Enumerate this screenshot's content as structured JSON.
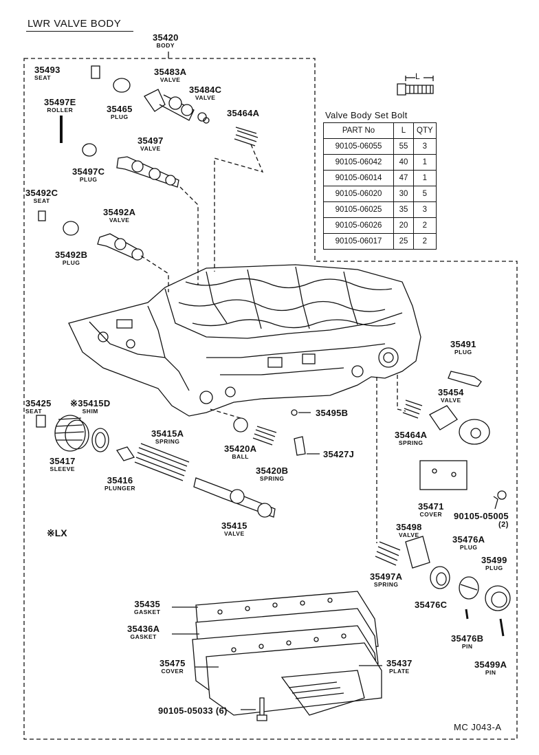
{
  "title": "LWR VALVE BODY",
  "note": "※LX",
  "drawing_code": "MC  J043-A",
  "bolt_dim_label": "L",
  "bolt_table": {
    "title": "Valve Body Set Bolt",
    "headers": [
      "PART No",
      "L",
      "QTY"
    ],
    "rows": [
      [
        "90105-06055",
        "55",
        "3"
      ],
      [
        "90105-06042",
        "40",
        "1"
      ],
      [
        "90105-06014",
        "47",
        "1"
      ],
      [
        "90105-06020",
        "30",
        "5"
      ],
      [
        "90105-06025",
        "35",
        "3"
      ],
      [
        "90105-06026",
        "20",
        "2"
      ],
      [
        "90105-06017",
        "25",
        "2"
      ]
    ]
  },
  "parts": {
    "p35420": {
      "number": "35420",
      "name": "BODY"
    },
    "p35493": {
      "number": "35493",
      "name": "SEAT"
    },
    "p35483a": {
      "number": "35483A",
      "name": "VALVE"
    },
    "p35484c": {
      "number": "35484C",
      "name": "VALVE"
    },
    "p35497e": {
      "number": "35497E",
      "name": "ROLLER"
    },
    "p35465": {
      "number": "35465",
      "name": "PLUG"
    },
    "p35464a_top": {
      "number": "35464A",
      "name": ""
    },
    "p35497": {
      "number": "35497",
      "name": "VALVE"
    },
    "p35497c": {
      "number": "35497C",
      "name": "PLUG"
    },
    "p35492c": {
      "number": "35492C",
      "name": "SEAT"
    },
    "p35492a": {
      "number": "35492A",
      "name": "VALVE"
    },
    "p35492b": {
      "number": "35492B",
      "name": "PLUG"
    },
    "p35491": {
      "number": "35491",
      "name": "PLUG"
    },
    "p35454": {
      "number": "35454",
      "name": "VALVE"
    },
    "p35425": {
      "number": "35425",
      "name": "SEAT"
    },
    "p35415d": {
      "number": "※35415D",
      "name": "SHIM"
    },
    "p35495b": {
      "number": "35495B",
      "name": ""
    },
    "p35415a": {
      "number": "35415A",
      "name": "SPRING"
    },
    "p35464a_r": {
      "number": "35464A",
      "name": "SPRING"
    },
    "p35417": {
      "number": "35417",
      "name": "SLEEVE"
    },
    "p35420a": {
      "number": "35420A",
      "name": "BALL"
    },
    "p35427j": {
      "number": "35427J",
      "name": ""
    },
    "p35416": {
      "number": "35416",
      "name": "PLUNGER"
    },
    "p35420b": {
      "number": "35420B",
      "name": "SPRING"
    },
    "p35471": {
      "number": "35471",
      "name": "COVER"
    },
    "p90105_05005": {
      "number": "90105-05005",
      "name": "(2)"
    },
    "p35415": {
      "number": "35415",
      "name": "VALVE"
    },
    "p35498": {
      "number": "35498",
      "name": "VALVE"
    },
    "p35476a": {
      "number": "35476A",
      "name": "PLUG"
    },
    "p35499": {
      "number": "35499",
      "name": "PLUG"
    },
    "p35497a": {
      "number": "35497A",
      "name": "SPRING"
    },
    "p35476c": {
      "number": "35476C",
      "name": ""
    },
    "p35435": {
      "number": "35435",
      "name": "GASKET"
    },
    "p35436a": {
      "number": "35436A",
      "name": "GASKET"
    },
    "p35475": {
      "number": "35475",
      "name": "COVER"
    },
    "p35437": {
      "number": "35437",
      "name": "PLATE"
    },
    "p35476b": {
      "number": "35476B",
      "name": "PIN"
    },
    "p35499a": {
      "number": "35499A",
      "name": "PIN"
    },
    "p90105_05033": {
      "number": "90105-05033 (6)",
      "name": ""
    }
  }
}
